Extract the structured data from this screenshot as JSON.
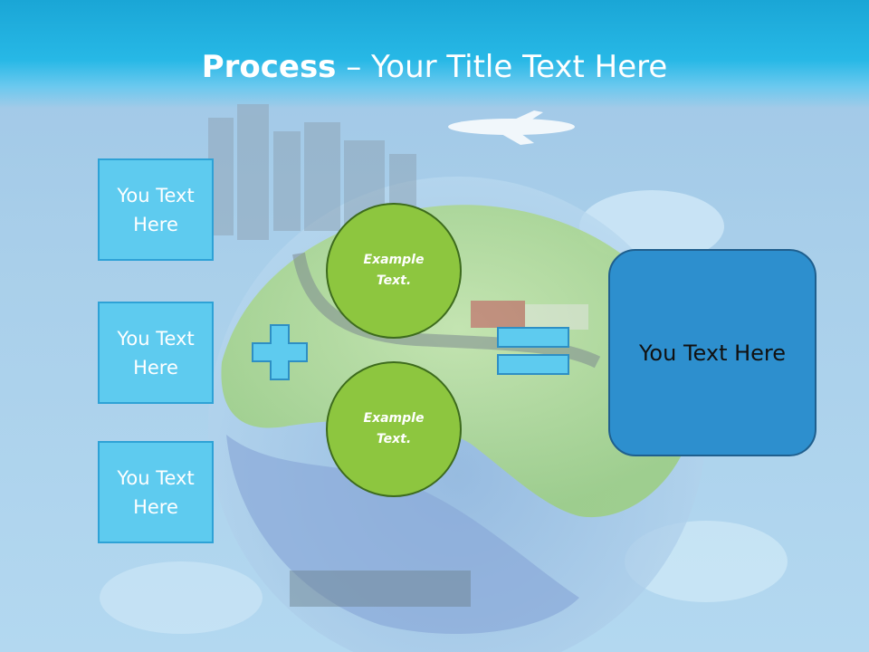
{
  "title": {
    "bold": "Process",
    "rest": " – Your Title Text Here"
  },
  "left_boxes": [
    {
      "label": "You Text Here"
    },
    {
      "label": "You Text Here"
    },
    {
      "label": "You Text Here"
    }
  ],
  "circles": [
    {
      "label": "Example Text."
    },
    {
      "label": "Example Text."
    }
  ],
  "result": {
    "label": "You Text Here"
  },
  "operators": {
    "plus": "plus-icon",
    "equals": "equals-icon"
  },
  "colors": {
    "title_bar": "#27b8e6",
    "text_box": "#5ecbef",
    "circle": "#8dc63f",
    "result_box": "#2d8fce"
  }
}
